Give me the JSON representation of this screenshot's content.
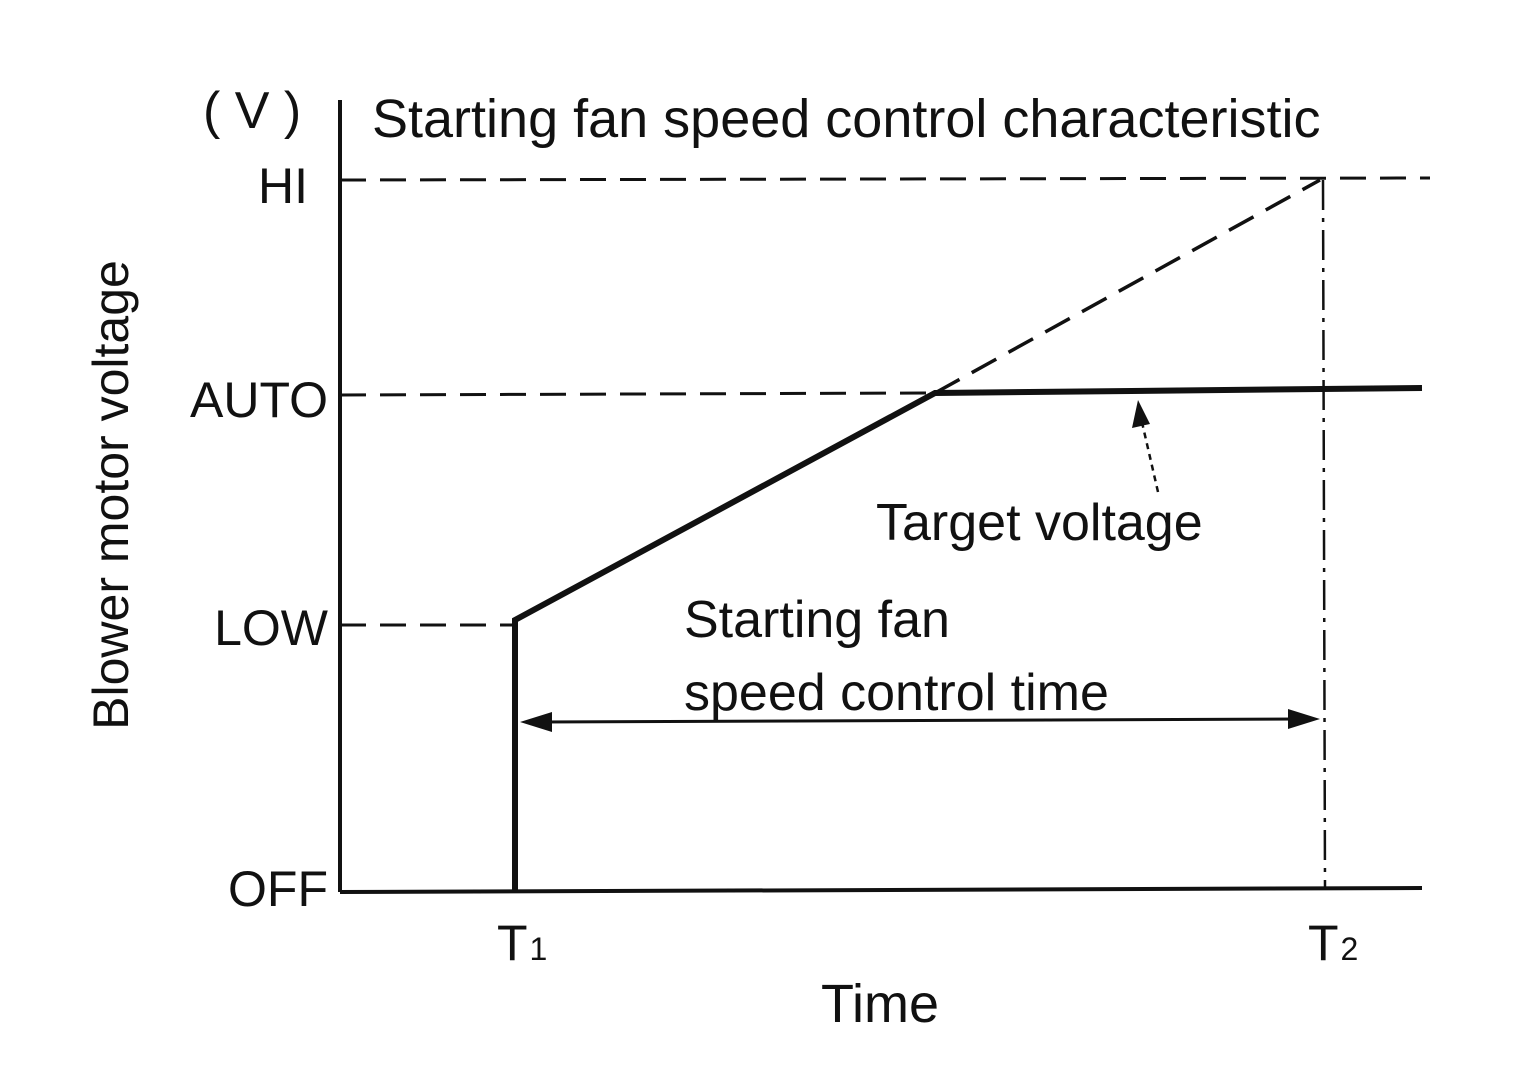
{
  "chart_data": {
    "type": "line",
    "title": "Starting fan speed control characteristic",
    "unit_label": "( V )",
    "ylabel": "Blower motor voltage",
    "xlabel": "Time",
    "y_levels": [
      "OFF",
      "LOW",
      "AUTO",
      "HI"
    ],
    "x_ticks": [
      {
        "main": "T",
        "sub": "1"
      },
      {
        "main": "T",
        "sub": "2"
      }
    ],
    "annotations": {
      "target": "Target voltage",
      "interval_line1": "Starting fan",
      "interval_line2": "speed control time"
    },
    "series": [
      {
        "style": "solid",
        "points": [
          [
            "start",
            "OFF"
          ],
          [
            "T1",
            "OFF"
          ],
          [
            "T1",
            "LOW"
          ],
          [
            "X",
            "AUTO"
          ],
          [
            "end",
            "AUTO"
          ]
        ]
      },
      {
        "style": "dashed",
        "points": [
          [
            "X",
            "AUTO"
          ],
          [
            "T2",
            "HI"
          ]
        ]
      }
    ],
    "grid": false,
    "colors": {
      "ink": "#111111",
      "background": "#ffffff"
    }
  }
}
